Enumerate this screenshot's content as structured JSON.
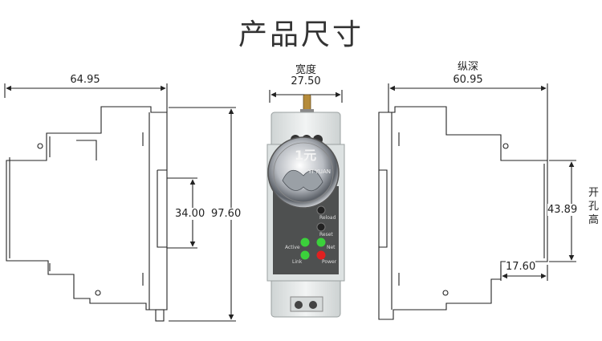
{
  "title": "产品尺寸",
  "left_view": {
    "width_label": "64.95",
    "mount_label": "34.00",
    "height_label": "97.60"
  },
  "front_view": {
    "width_caption": "宽度",
    "width_label": "27.50",
    "coin_denomination": "1元",
    "coin_text": "YI YUAN",
    "labels": {
      "reload": "Reload",
      "reset": "Reset",
      "active": "Active",
      "net": "Net",
      "link": "Link",
      "power": "Power"
    }
  },
  "right_view": {
    "depth_caption": "纵深",
    "depth_label": "60.95",
    "hole_height_label": "43.89",
    "hole_caption": "开孔高",
    "small_label": "17.60"
  },
  "colors": {
    "line": "#222222",
    "led_green": "#3bd13b",
    "led_red": "#e02020",
    "device_body": "#e8ecec",
    "panel": "#4e5050"
  }
}
